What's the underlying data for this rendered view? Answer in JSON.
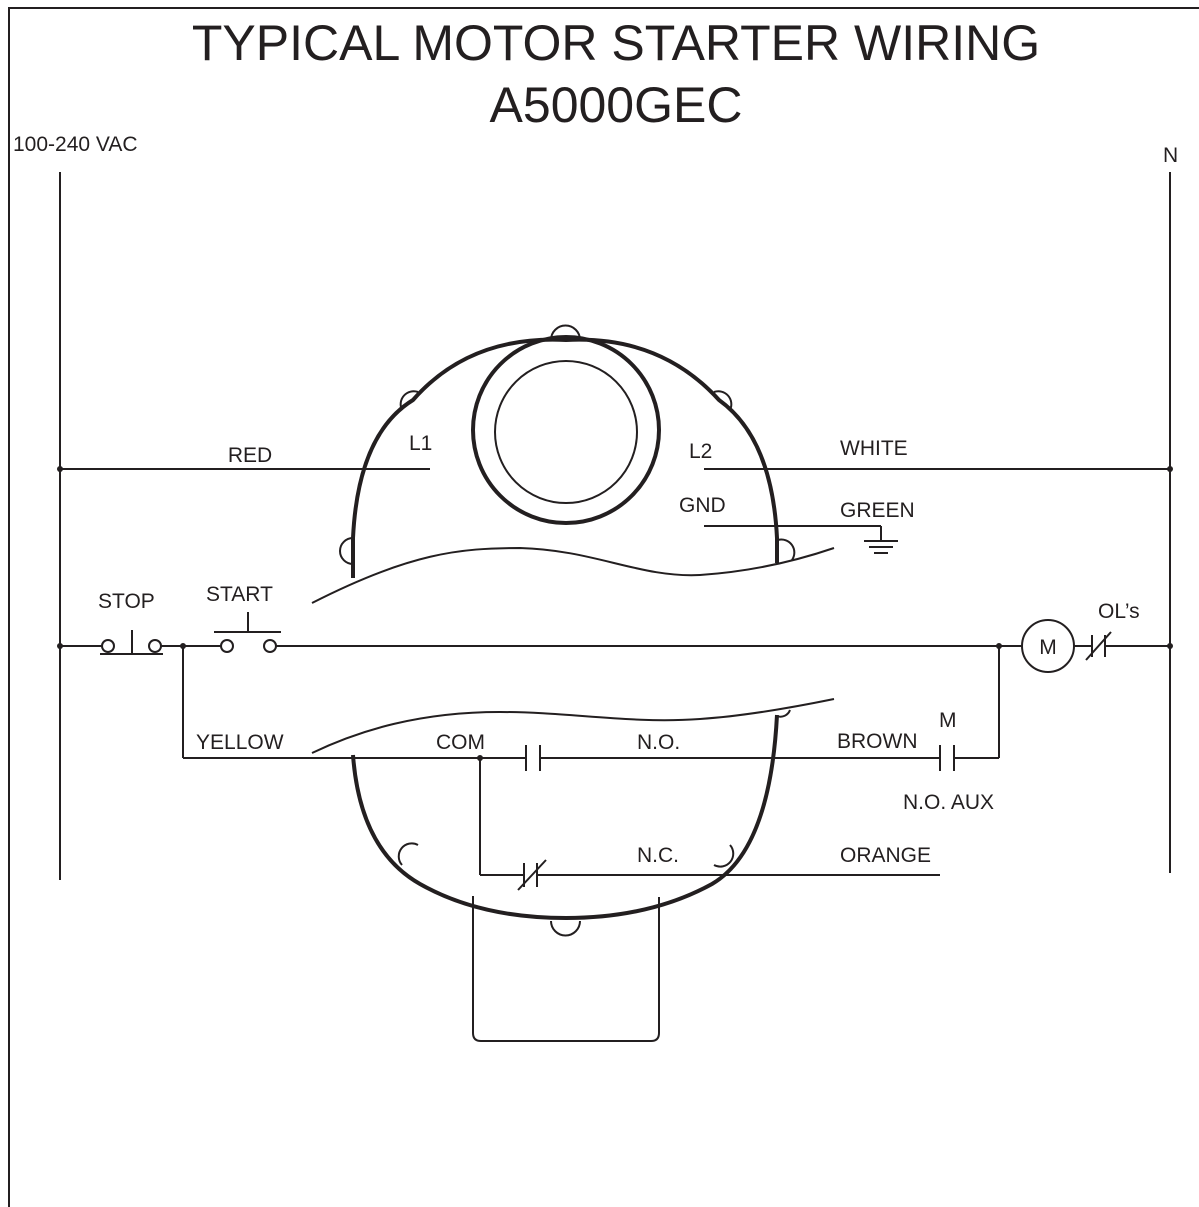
{
  "title": {
    "line1": "TYPICAL MOTOR STARTER WIRING",
    "line2": "A5000GEC"
  },
  "rails": {
    "line_label": "100-240 VAC",
    "neutral_label": "N"
  },
  "wires": {
    "l1_terminal": "L1",
    "l1_wire": "RED",
    "l2_terminal": "L2",
    "l2_wire": "WHITE",
    "gnd_terminal": "GND",
    "gnd_wire": "GREEN",
    "com_terminal": "COM",
    "com_wire": "YELLOW",
    "no_terminal": "N.O.",
    "no_wire": "BROWN",
    "nc_terminal": "N.C.",
    "nc_wire": "ORANGE"
  },
  "control": {
    "stop_label": "STOP",
    "start_label": "START",
    "motor_label": "M",
    "overload_label": "OL’s",
    "aux_contact_label": "M",
    "aux_label": "N.O. AUX"
  }
}
